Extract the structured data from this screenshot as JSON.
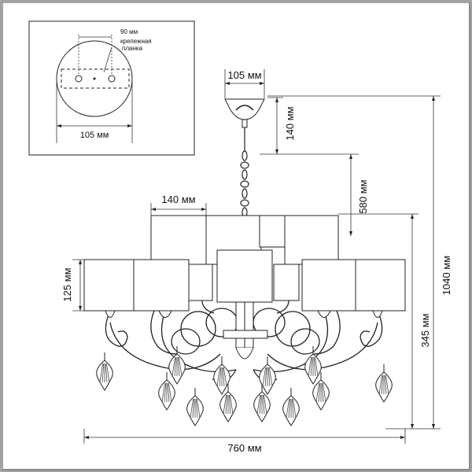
{
  "inset": {
    "top_dim": "90 мм",
    "mount_label_line1": "крепежная",
    "mount_label_line2": "планка",
    "bottom_dim": "105 мм"
  },
  "dims": {
    "canopy_width": "105 мм",
    "canopy_height": "140 мм",
    "chain_length": "580 мм",
    "shade_width": "140 мм",
    "shade_height": "125 мм",
    "body_height": "345 мм",
    "total_height": "1040 мм",
    "total_width": "760 мм"
  }
}
